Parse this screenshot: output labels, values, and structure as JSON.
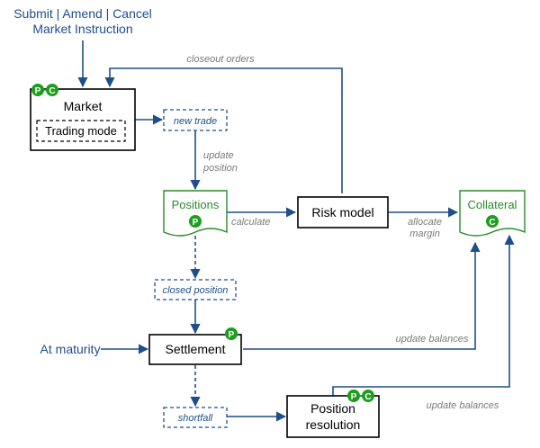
{
  "external": {
    "instruction_line1": "Submit | Amend | Cancel",
    "instruction_line2": "Market Instruction",
    "at_maturity": "At maturity"
  },
  "nodes": {
    "market": {
      "label": "Market",
      "sub_label": "Trading mode",
      "badges": [
        "P",
        "C"
      ]
    },
    "positions": {
      "label": "Positions",
      "badges": [
        "P"
      ]
    },
    "risk_model": {
      "label": "Risk model"
    },
    "collateral": {
      "label": "Collateral",
      "badges": [
        "C"
      ]
    },
    "settlement": {
      "label": "Settlement",
      "badges": [
        "P"
      ]
    },
    "position_resolution": {
      "label_line1": "Position",
      "label_line2": "resolution",
      "badges": [
        "P",
        "C"
      ]
    }
  },
  "events": {
    "new_trade": "new trade",
    "closed_position": "closed position",
    "shortfall": "shortfall"
  },
  "edge_labels": {
    "closeout_orders": "closeout orders",
    "update_position_line1": "update",
    "update_position_line2": "position",
    "calculate": "calculate",
    "allocate_margin_line1": "allocate",
    "allocate_margin_line2": "margin",
    "update_balances_settlement": "update balances",
    "update_balances_resolution": "update balances"
  },
  "colors": {
    "flow_blue": "#1f4e8c",
    "ledger_green": "#2a8a2a",
    "badge_green": "#1e9e1e",
    "edge_label_grey": "#7a7a7a"
  }
}
